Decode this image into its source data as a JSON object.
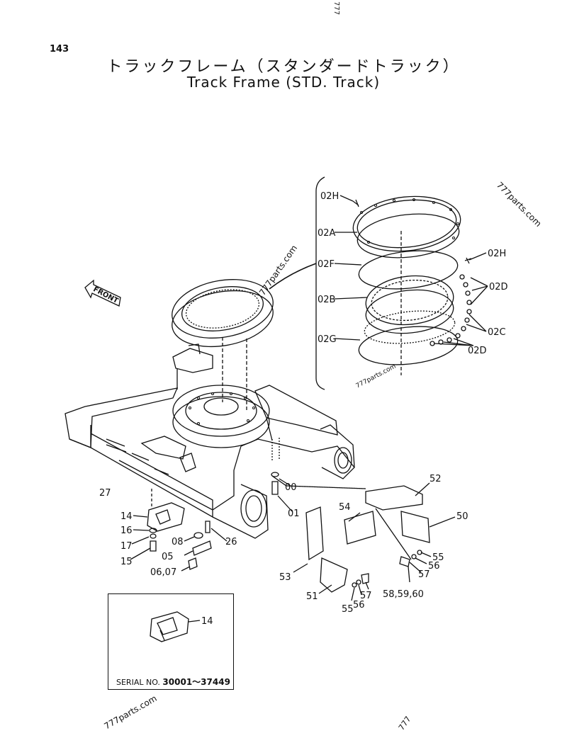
{
  "page_number": "143",
  "title_jp": "トラックフレーム（スタンダードトラック）",
  "title_en": "Track Frame (STD. Track)",
  "front_label": "FRONT",
  "watermarks": [
    "777parts.com",
    "777parts.com",
    "777parts.com",
    "777parts.com",
    "777",
    "777"
  ],
  "callouts": {
    "c02H_a": "02H",
    "c02A": "02A",
    "c02F": "02F",
    "c02B": "02B",
    "c02G": "02G",
    "c02H_b": "02H",
    "c02D_a": "02D",
    "c02C": "02C",
    "c02D_b": "02D",
    "c27": "27",
    "c14": "14",
    "c16": "16",
    "c17": "17",
    "c15": "15",
    "c08": "08",
    "c05": "05",
    "c0607": "06,07",
    "c26": "26",
    "c00": "00",
    "c01": "01",
    "c52": "52",
    "c54": "54",
    "c50": "50",
    "c55_a": "55",
    "c56_a": "56",
    "c57_a": "57",
    "c585960": "58,59,60",
    "c53": "53",
    "c51": "51",
    "c57_b": "57",
    "c55_b": "55",
    "c56_b": "56",
    "c14_inset": "14"
  },
  "serial_prefix": "SERIAL NO.",
  "serial_range": "30001～37449"
}
